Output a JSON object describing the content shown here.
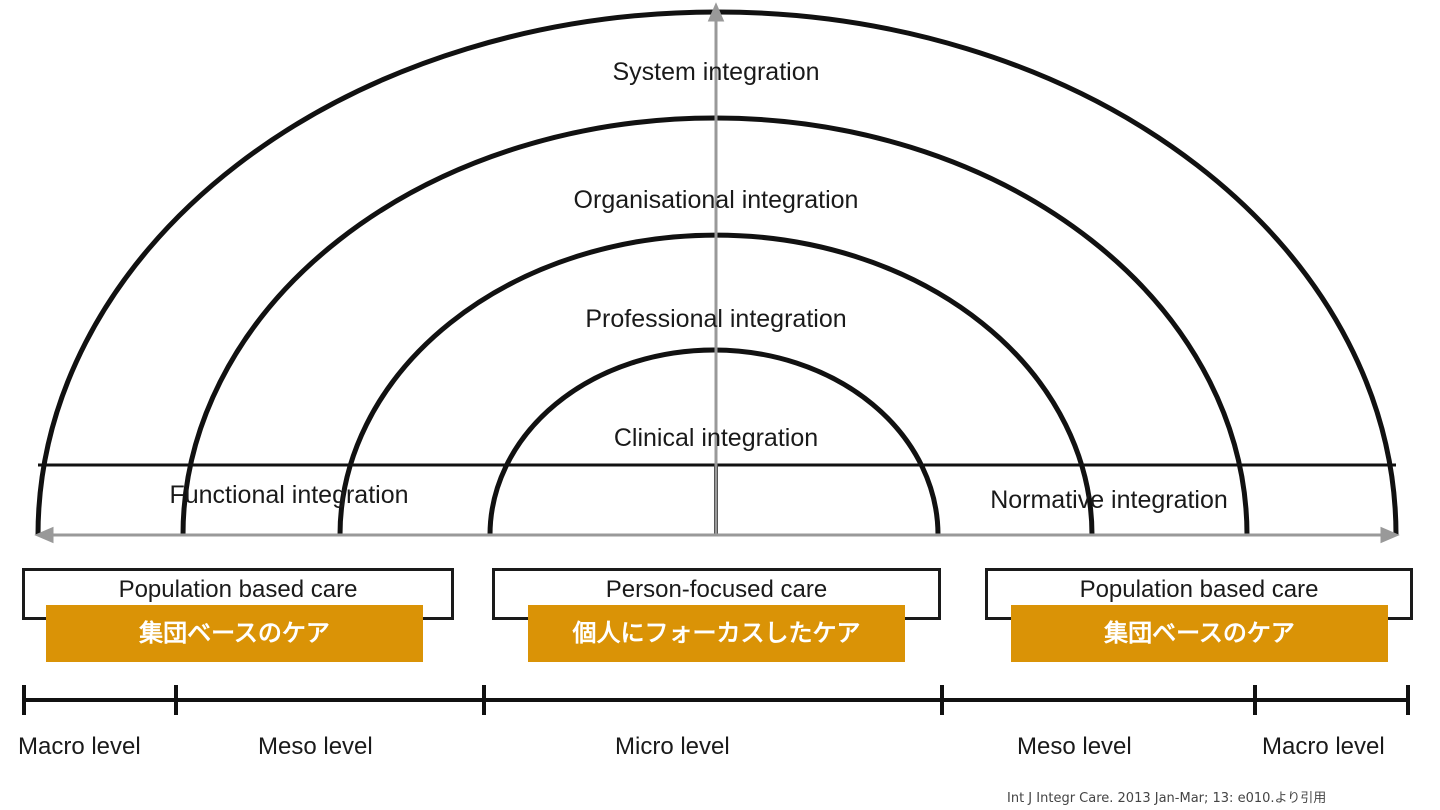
{
  "arcs": {
    "system": "System integration",
    "organisational": "Organisational integration",
    "professional": "Professional integration",
    "clinical": "Clinical integration",
    "functional": "Functional integration",
    "normative": "Normative integration"
  },
  "care_boxes": [
    {
      "label": "Population based care",
      "jp_label": "集団ベースのケア"
    },
    {
      "label": "Person-focused care",
      "jp_label": "個人にフォーカスしたケア"
    },
    {
      "label": "Population based care",
      "jp_label": "集団ベースのケア"
    }
  ],
  "levels": [
    "Macro level",
    "Meso level",
    "Micro level",
    "Meso level",
    "Macro level"
  ],
  "citation": "Int J Integr Care. 2013 Jan-Mar; 13: e010.より引用",
  "colors": {
    "accent": "#DA9306"
  }
}
